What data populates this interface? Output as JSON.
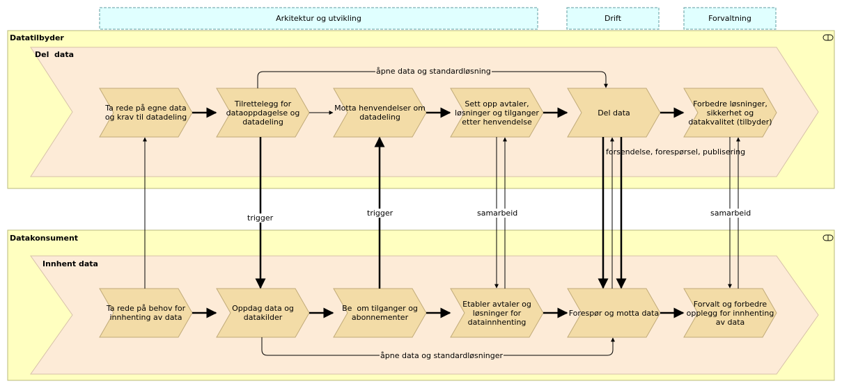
{
  "phases": {
    "arkitektur": "Arkitektur og utvikling",
    "drift": "Drift",
    "forvaltning": "Forvaltning"
  },
  "lanes": {
    "top": {
      "title": "Datatilbyder",
      "stream": "Del  data"
    },
    "bottom": {
      "title": "Datakonsument",
      "stream": "Innhent data"
    }
  },
  "top_steps": [
    "Ta rede på egne data og krav til datadeling",
    "Tilrettelegg for dataoppdagelse og datadeling",
    "Motta henvendelser om datadeling",
    "Sett opp avtaler, løsninger og tilganger etter henvendelse",
    "Del data",
    "Forbedre løsninger, sikkerhet og datakvalitet (tilbyder)"
  ],
  "bottom_steps": [
    "Ta rede på behov for innhenting av data",
    "Oppdag data og datakilder",
    "Be  om tilganger og abonnementer",
    "Etabler avtaler og løsninger for datainnhenting",
    "Forespør og motta data",
    "Forvalt og forbedre opplegg for innhenting av data"
  ],
  "relations": {
    "top_open": "åpne data og standardløsning",
    "bottom_open": "åpne data og standardløsninger",
    "trigger_1": "trigger",
    "trigger_2": "trigger",
    "samarbeid_1": "samarbeid",
    "samarbeid_2": "samarbeid",
    "forsendelse": "forsendelse, forespørsel, publisering"
  },
  "colors": {
    "phase_fill": "#e0ffff",
    "phase_border": "#5f9ea0",
    "lane_fill": "#ffffc0",
    "lane_border": "#b8b87a",
    "stream_fill": "#fdebd7",
    "stream_border": "#d7c1a9",
    "step_fill": "#f3dca7",
    "step_border": "#c0aa78"
  }
}
